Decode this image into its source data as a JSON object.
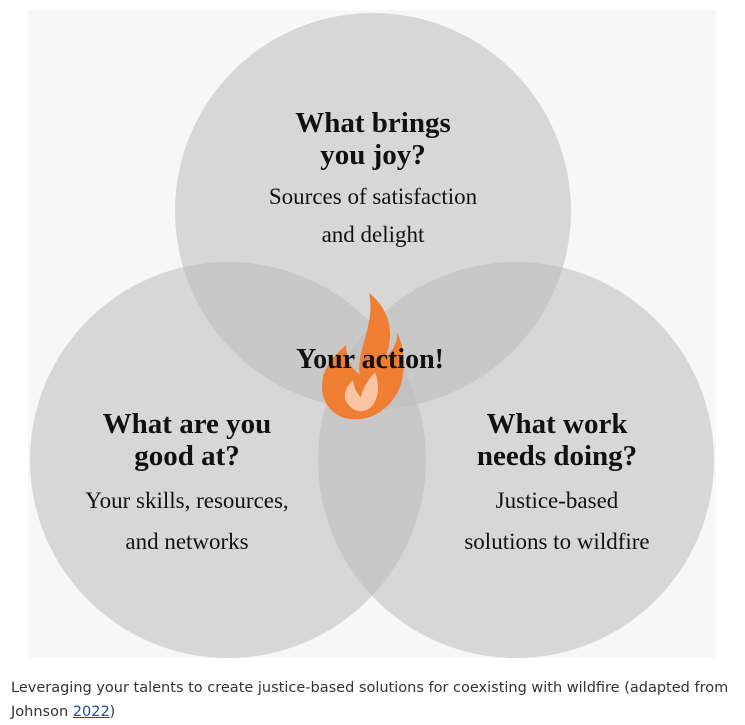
{
  "diagram": {
    "colors": {
      "panel": "#f7f7f7",
      "circle": "#bdbdbd",
      "flame": "#ef7d32",
      "text": "#111111"
    },
    "center_icon": "flame-icon",
    "circles": [
      {
        "id": "joy",
        "question": "What brings you joy?",
        "question_lines": [
          "What brings",
          "you joy?"
        ],
        "description_lines": [
          "Sources of satisfaction",
          "and delight"
        ]
      },
      {
        "id": "skills",
        "question": "What are you good at?",
        "question_lines": [
          "What are you",
          "good at?"
        ],
        "description_lines": [
          "Your skills, resources,",
          "and networks"
        ]
      },
      {
        "id": "work",
        "question": "What work needs doing?",
        "question_lines": [
          "What work",
          "needs doing?"
        ],
        "description_lines": [
          "Justice-based",
          "solutions to wildfire"
        ]
      }
    ],
    "center_label": "Your action!"
  },
  "caption": {
    "text": "Leveraging your talents to create justice-based solutions for coexisting with wildfire (adapted from Johnson ",
    "link_text": "2022",
    "suffix": ")"
  }
}
